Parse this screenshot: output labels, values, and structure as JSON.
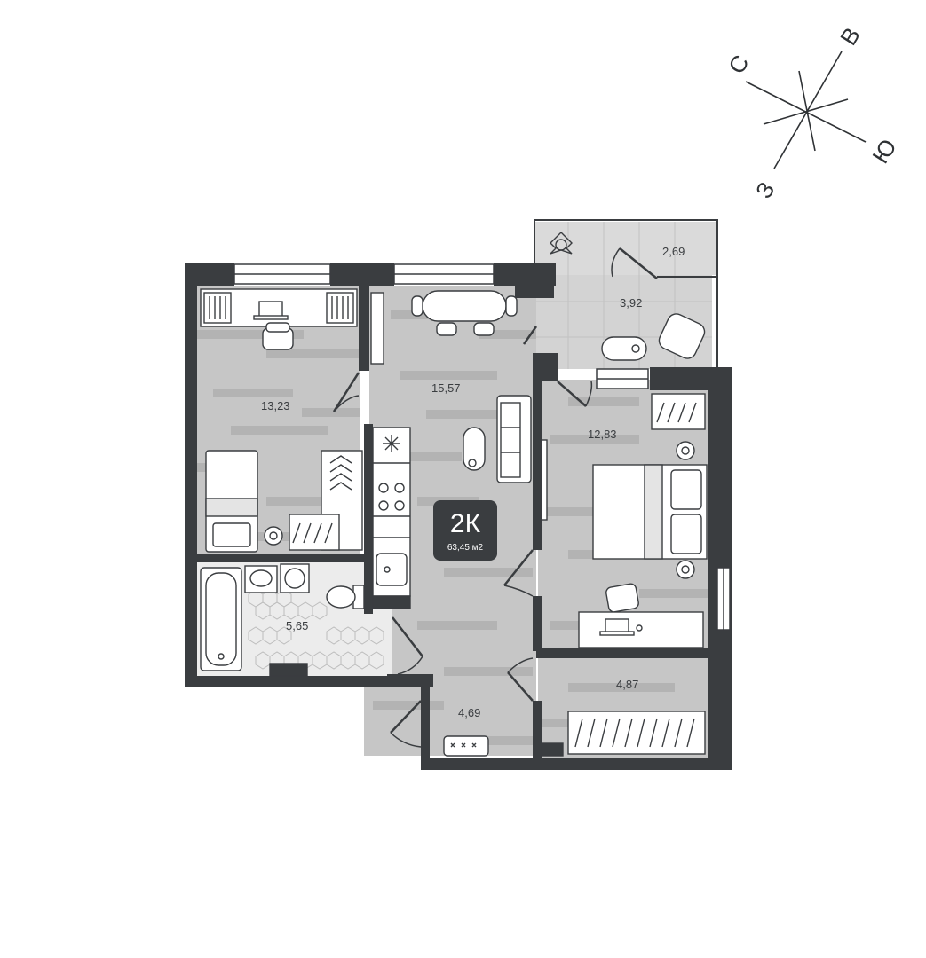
{
  "compass": {
    "north": "С",
    "east": "В",
    "south": "Ю",
    "west": "З"
  },
  "badge": {
    "type": "2К",
    "total_area": "63,45 м2"
  },
  "rooms": [
    {
      "id": "bedroom-left",
      "area": "13,23"
    },
    {
      "id": "living-room",
      "area": "15,57"
    },
    {
      "id": "bedroom-right",
      "area": "12,83"
    },
    {
      "id": "bathroom",
      "area": "5,65"
    },
    {
      "id": "hallway",
      "area": "4,69"
    },
    {
      "id": "wardrobe-room",
      "area": "4,87"
    },
    {
      "id": "loggia",
      "area": "3,92"
    },
    {
      "id": "balcony",
      "area": "2,69"
    }
  ],
  "colors": {
    "wall": "#3a3d40",
    "floor": "#c6c6c6",
    "floor_plank_dark": "#b3b3b3",
    "loggia_floor": "#d3d3d3",
    "furniture_fill": "#ffffff",
    "furniture_stroke": "#3a3d40",
    "badge_bg": "#3a3d40"
  }
}
